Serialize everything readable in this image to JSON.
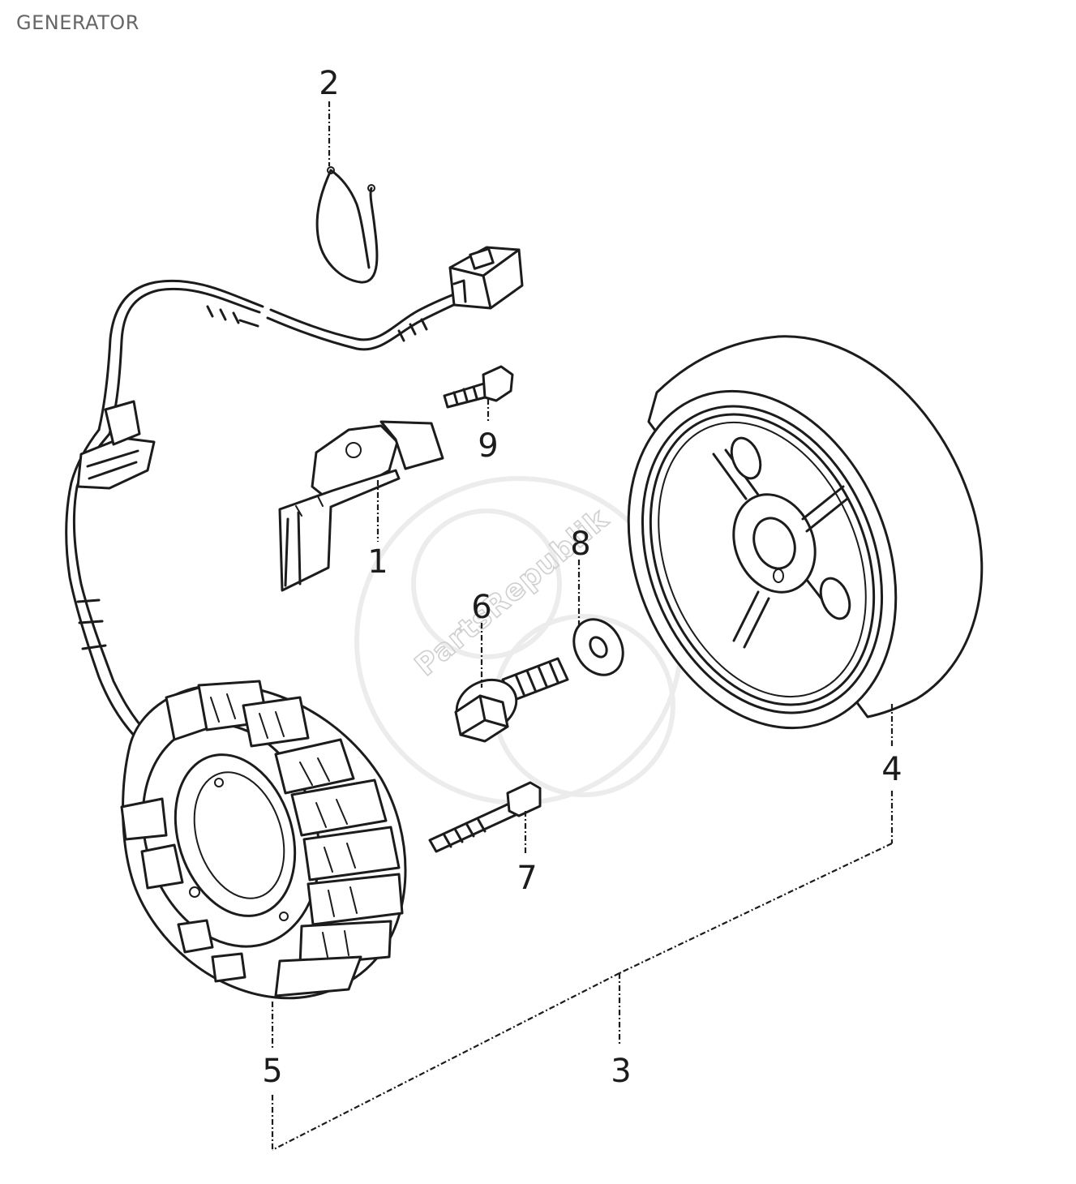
{
  "title": "GENERATOR",
  "watermark": "PartsRepublik",
  "callouts": [
    "1",
    "2",
    "3",
    "4",
    "5",
    "6",
    "7",
    "8",
    "9"
  ]
}
